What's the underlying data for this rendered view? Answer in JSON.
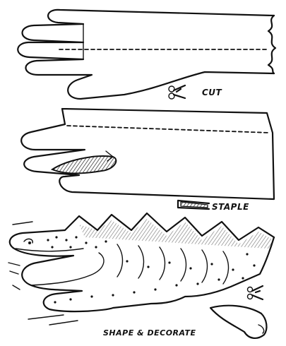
{
  "steps": [
    {
      "label": "CUT",
      "icon": "scissors-icon"
    },
    {
      "label": "STAPLE",
      "icon": "staple-icon"
    },
    {
      "label": "SHAPE & DECORATE",
      "icon": "scissors-icon"
    }
  ]
}
